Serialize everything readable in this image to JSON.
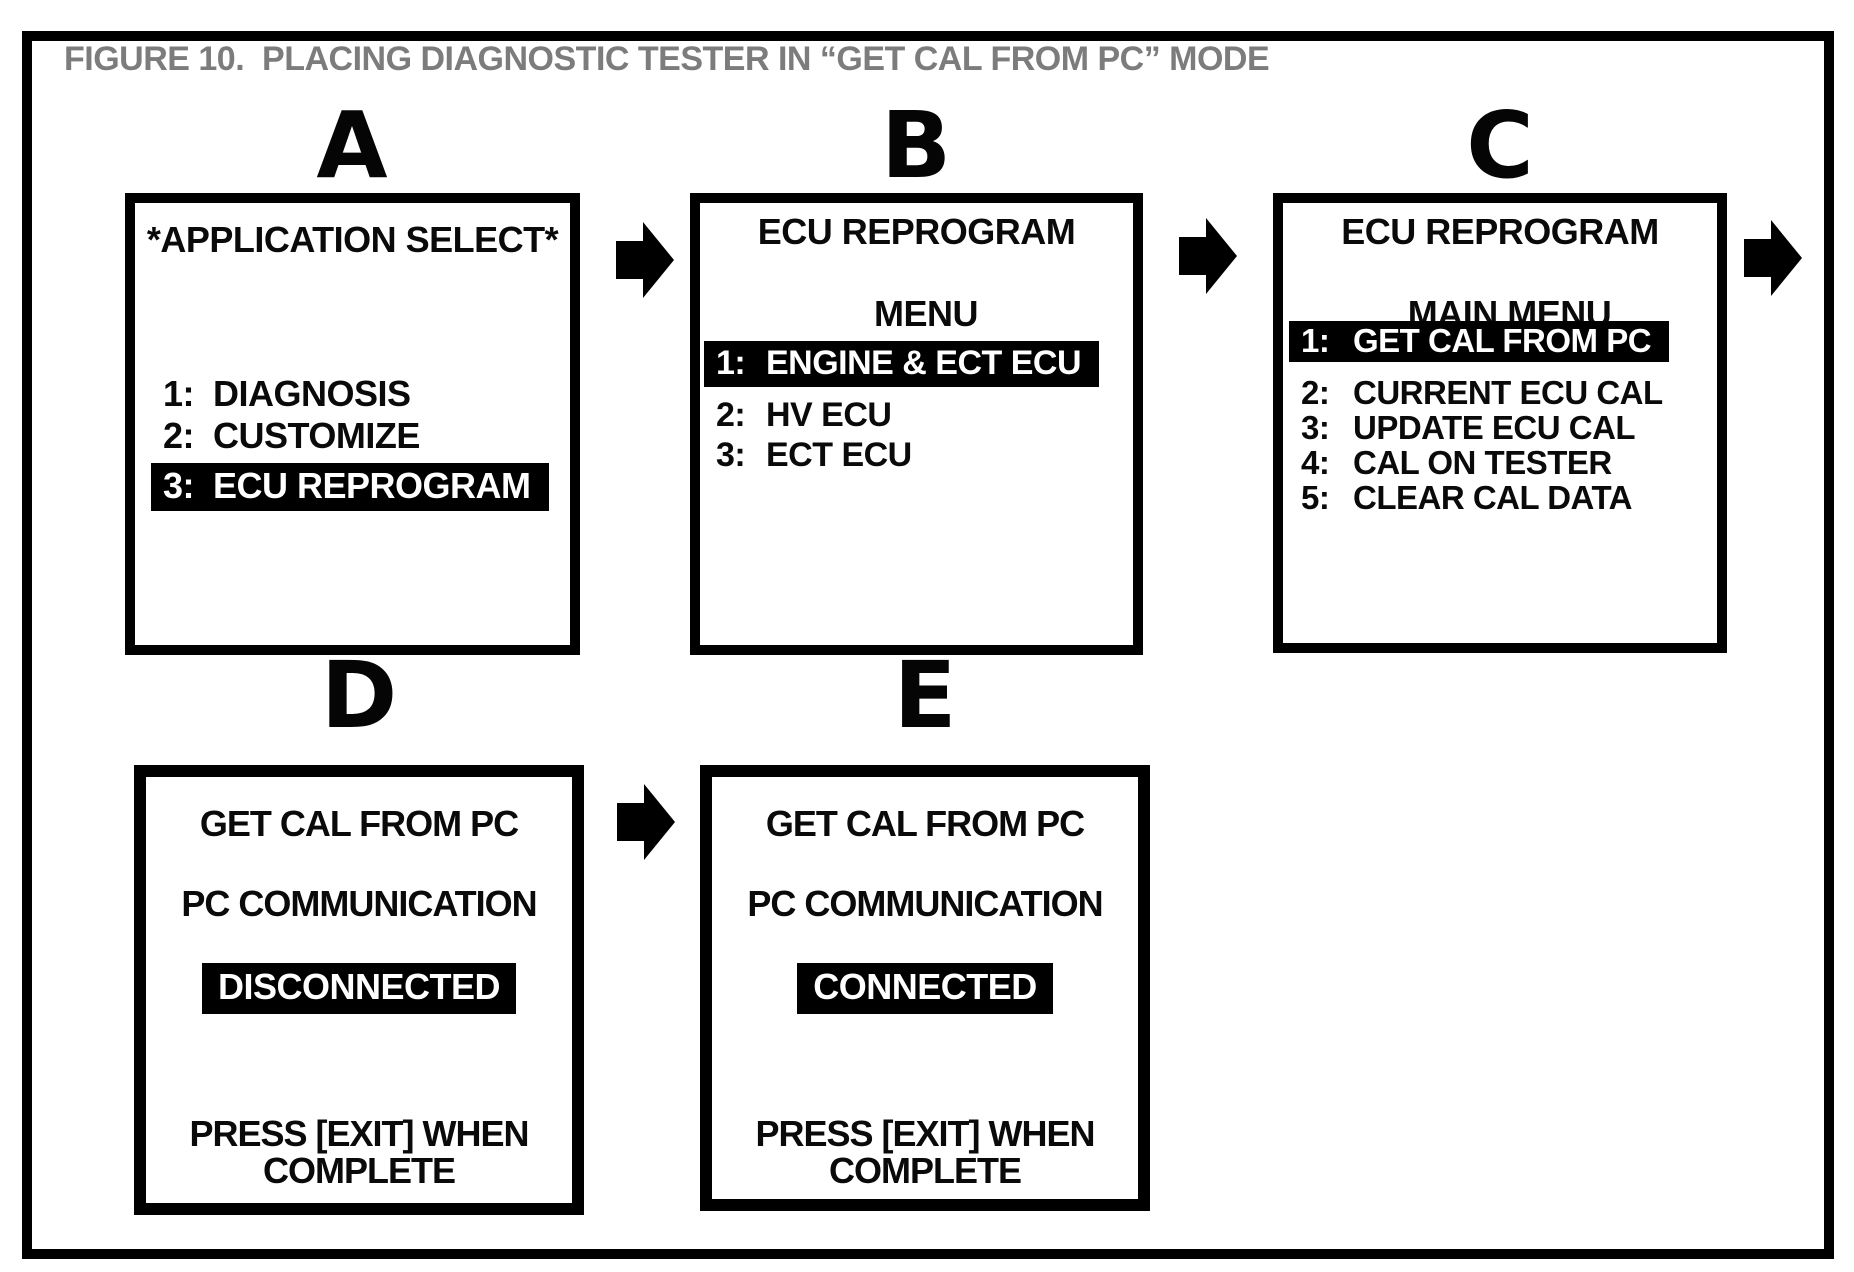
{
  "figure": {
    "title": "FIGURE 10.  PLACING DIAGNOSTIC TESTER IN “GET CAL FROM PC” MODE"
  },
  "colors": {
    "ink": "#000000",
    "paper": "#ffffff",
    "title_gray": "#7c7c7c",
    "highlight_bg": "#000000",
    "highlight_text": "#ffffff"
  },
  "icons": {
    "flow_arrow": "right-block-arrow"
  },
  "panels": {
    "a": {
      "label": "A",
      "title": "*APPLICATION SELECT*",
      "items": [
        {
          "num": "1:",
          "label": "DIAGNOSIS",
          "selected": false
        },
        {
          "num": "2:",
          "label": "CUSTOMIZE",
          "selected": false
        },
        {
          "num": "3:",
          "label": "ECU REPROGRAM",
          "selected": true
        }
      ]
    },
    "b": {
      "label": "B",
      "title_line1": "ECU REPROGRAM",
      "title_line2": "MENU",
      "items": [
        {
          "num": "1:",
          "label": "ENGINE & ECT ECU",
          "selected": true
        },
        {
          "num": "2:",
          "label": "HV ECU",
          "selected": false
        },
        {
          "num": "3:",
          "label": "ECT ECU",
          "selected": false
        }
      ]
    },
    "c": {
      "label": "C",
      "title_line1": "ECU REPROGRAM",
      "title_line2": "MAIN MENU",
      "items": [
        {
          "num": "1:",
          "label": "GET CAL FROM PC",
          "selected": true
        },
        {
          "num": "2:",
          "label": "CURRENT ECU CAL",
          "selected": false
        },
        {
          "num": "3:",
          "label": "UPDATE ECU CAL",
          "selected": false
        },
        {
          "num": "4:",
          "label": "CAL ON TESTER",
          "selected": false
        },
        {
          "num": "5:",
          "label": "CLEAR CAL DATA",
          "selected": false
        }
      ]
    },
    "d": {
      "label": "D",
      "line1": "GET CAL FROM PC",
      "line2": "PC COMMUNICATION",
      "status": "DISCONNECTED",
      "footer_line1": "PRESS [EXIT] WHEN",
      "footer_line2": "COMPLETE"
    },
    "e": {
      "label": "E",
      "line1": "GET CAL FROM PC",
      "line2": "PC COMMUNICATION",
      "status": "CONNECTED",
      "footer_line1": "PRESS [EXIT] WHEN",
      "footer_line2": "COMPLETE"
    }
  }
}
